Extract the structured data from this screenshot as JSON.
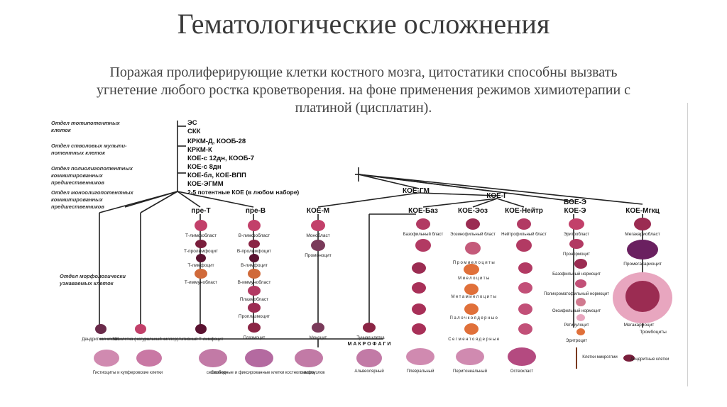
{
  "slide": {
    "title": "Гематологические осложнения",
    "subtitle_line1": "Поражая пролиферирующие клетки костного мозга, цитостатики способны вызвать",
    "subtitle_line2": "угнетение любого ростка кроветворения. на фоне применения режимов химиотерапии с",
    "subtitle_line3": "платиной (цисплатин)."
  },
  "diagram": {
    "left_labels": [
      [
        "Отдел тотипотентных",
        "клеток"
      ],
      [
        "Отдел стволовых мульти-",
        "потентных клеток"
      ],
      [
        "Отдел полиолигопотентных",
        "коммитированных",
        "предшественников"
      ],
      [
        "Отдел моноолигопотентных",
        "коммитированных",
        "предшественников"
      ],
      [
        "Отдел морфологически",
        "узнаваемых клеток"
      ]
    ],
    "stem_labels": [
      "ЭС",
      "СКК",
      "КРКМ-Д, КООБ-28",
      "КРКМ-К",
      "КОЕ-с 12дн, КООБ-7",
      "КОЕ-с 8дн",
      "КОЕ-бл, КОЕ-ВПП",
      "КОЕ-ЭГММ",
      "2-5 потентные КОЕ (в любом наборе)"
    ],
    "branch_labels": {
      "pre_t": "пре-Т",
      "pre_b": "пре-В",
      "koe_gm": "КОЕ-ГМ",
      "koe_g": "КОЕ-Г",
      "koe_m": "КОЕ-М",
      "koe_baz": "КОЕ-Баз",
      "koe_eoz": "КОЕ-Эоз",
      "koe_neitr": "КОЕ-Нейтр",
      "boe_e": "БОЕ-Э",
      "koe_e": "КОЕ-Э",
      "koe_mgkc": "КОЕ-Мгкц"
    },
    "t_line": [
      "Т-лимфобласт",
      "Т-пролимфоцит",
      "Т-лимфоцит",
      "Т-иммунобласт"
    ],
    "b_line": [
      "В-лимфобласт",
      "В-пролимфоцит",
      "В-лимфоцит",
      "В-иммунобласт",
      "Плазмобласт",
      "Проплазмоцит",
      "Плазмоцит"
    ],
    "m_line": [
      "Монобласт",
      "Промоноцит",
      "Моноцит"
    ],
    "gran_top": [
      "Базофильный бласт",
      "Эозинофильный бласт",
      "Нейтрофильный бласт"
    ],
    "gran_stages": [
      "Промиелоциты",
      "Миелоциты",
      "Метамиелоциты",
      "Палочкоядерные",
      "Сегментоядерные"
    ],
    "e_line": [
      "Эритробласт",
      "Пронормоцит",
      "Базофильный нормоцит",
      "Полихроматофильный нормоцит",
      "Оксифильный нормоцит",
      "Ретикулоцит",
      "Эритроцит"
    ],
    "mk_line": [
      "Мегакариобласт",
      "Промегакариоцит",
      "Мегакариоцит",
      "Тромбоциты"
    ],
    "bottom_cells": [
      "Дендритная клетка",
      "NK-клетка (натуральный киллер)",
      "Активный Т-лимфоцит",
      "Плазмоцит",
      "Моноцит",
      "Тучная клетка"
    ],
    "macrophage_label": "М А К Р О Ф А Г И",
    "macrophages": [
      "Гистиоциты и купферовские клетки",
      "Свободные и фиксированные клетки костного мозга",
      "селезенки",
      "лимфоузлов",
      "Альвеолярный",
      "Плевральный",
      "Перитонеальный",
      "Остеокласт",
      "Клетки микроглии",
      "Дендритные клетки"
    ]
  },
  "colors": {
    "title": "#3a3a3a",
    "cell_dark": "#7a1e3c",
    "cell_mid": "#b23a63",
    "cell_light": "#e8a6bf",
    "eos": "#e0703a",
    "line": "#222222"
  }
}
